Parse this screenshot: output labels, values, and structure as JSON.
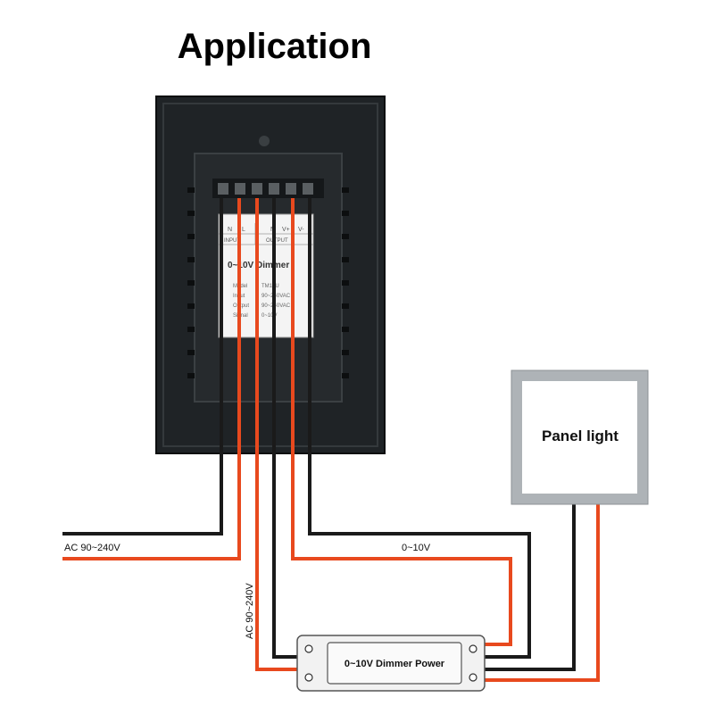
{
  "title": "Application",
  "dimmer": {
    "terminal_labels": [
      "N",
      "L",
      "N",
      "V+",
      "V-"
    ],
    "input_label": "INPUT",
    "output_label": "OUTPUT",
    "name": "0~10V Dimmer",
    "specs": [
      {
        "key": "Model",
        "value": "TM10U"
      },
      {
        "key": "Input",
        "value": "90~240VAC"
      },
      {
        "key": "Output",
        "value": "90~240VAC"
      },
      {
        "key": "Signal",
        "value": "0~10V"
      }
    ]
  },
  "panel_light": {
    "label": "Panel light"
  },
  "power_supply": {
    "label": "0~10V Dimmer Power"
  },
  "labels": {
    "ac_left": "AC 90~240V",
    "ac_vertical": "AC 90~240V",
    "signal": "0~10V"
  },
  "colors": {
    "wire_black": "#1a1a1a",
    "wire_red": "#e8491e",
    "device_body": "#1f2326"
  }
}
